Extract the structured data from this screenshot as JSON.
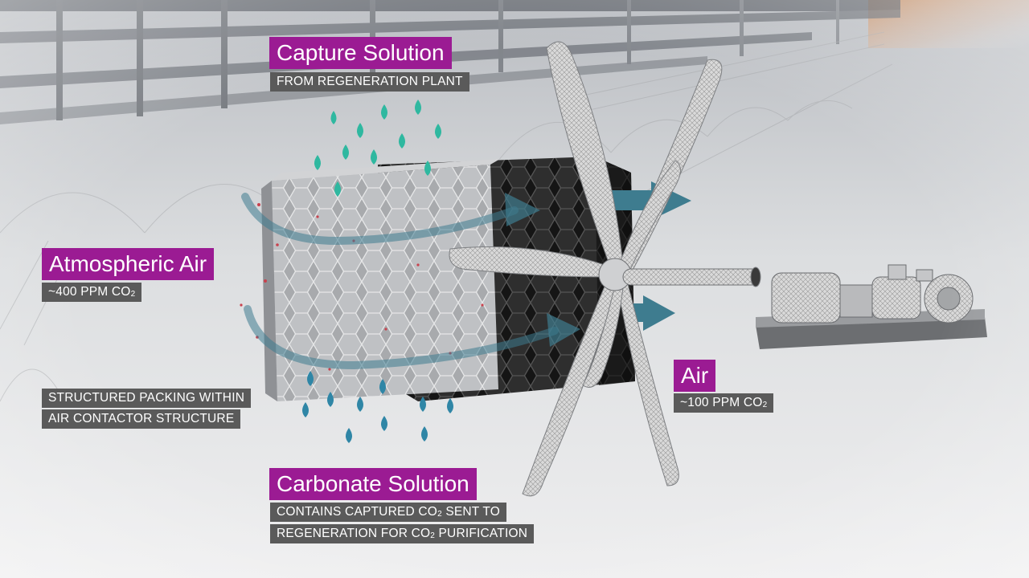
{
  "colors": {
    "title_tag_bg": "#9b1b93",
    "note_tag_bg": "#5a5a5a",
    "drop_top": "#2fb8a0",
    "drop_bottom": "#2f86a6",
    "air_arrow": "#3e7c8f",
    "co2_particle": "#c8424e"
  },
  "labels": {
    "capture_title": "Capture Solution",
    "capture_sub": "FROM REGENERATION PLANT",
    "atmospheric_title": "Atmospheric Air",
    "atmospheric_ppm": "~400 PPM CO",
    "atmospheric_ppm_sub": "2",
    "packing_line1": "STRUCTURED PACKING WITHIN",
    "packing_line2": "AIR CONTACTOR STRUCTURE",
    "air_title": "Air",
    "air_ppm": "~100 PPM CO",
    "air_ppm_sub": "2",
    "carbonate_title": "Carbonate Solution",
    "carbonate_line1_a": "CONTAINS CAPTURED CO",
    "carbonate_line1_sub": "2",
    "carbonate_line1_b": " SENT TO",
    "carbonate_line2_a": "REGENERATION FOR CO",
    "carbonate_line2_sub": "2",
    "carbonate_line2_b": " PURIFICATION"
  },
  "icons": [
    "water-drop-icon",
    "air-flow-arrow-icon",
    "fan-blade-icon",
    "motor-icon",
    "honeycomb-packing-icon"
  ]
}
